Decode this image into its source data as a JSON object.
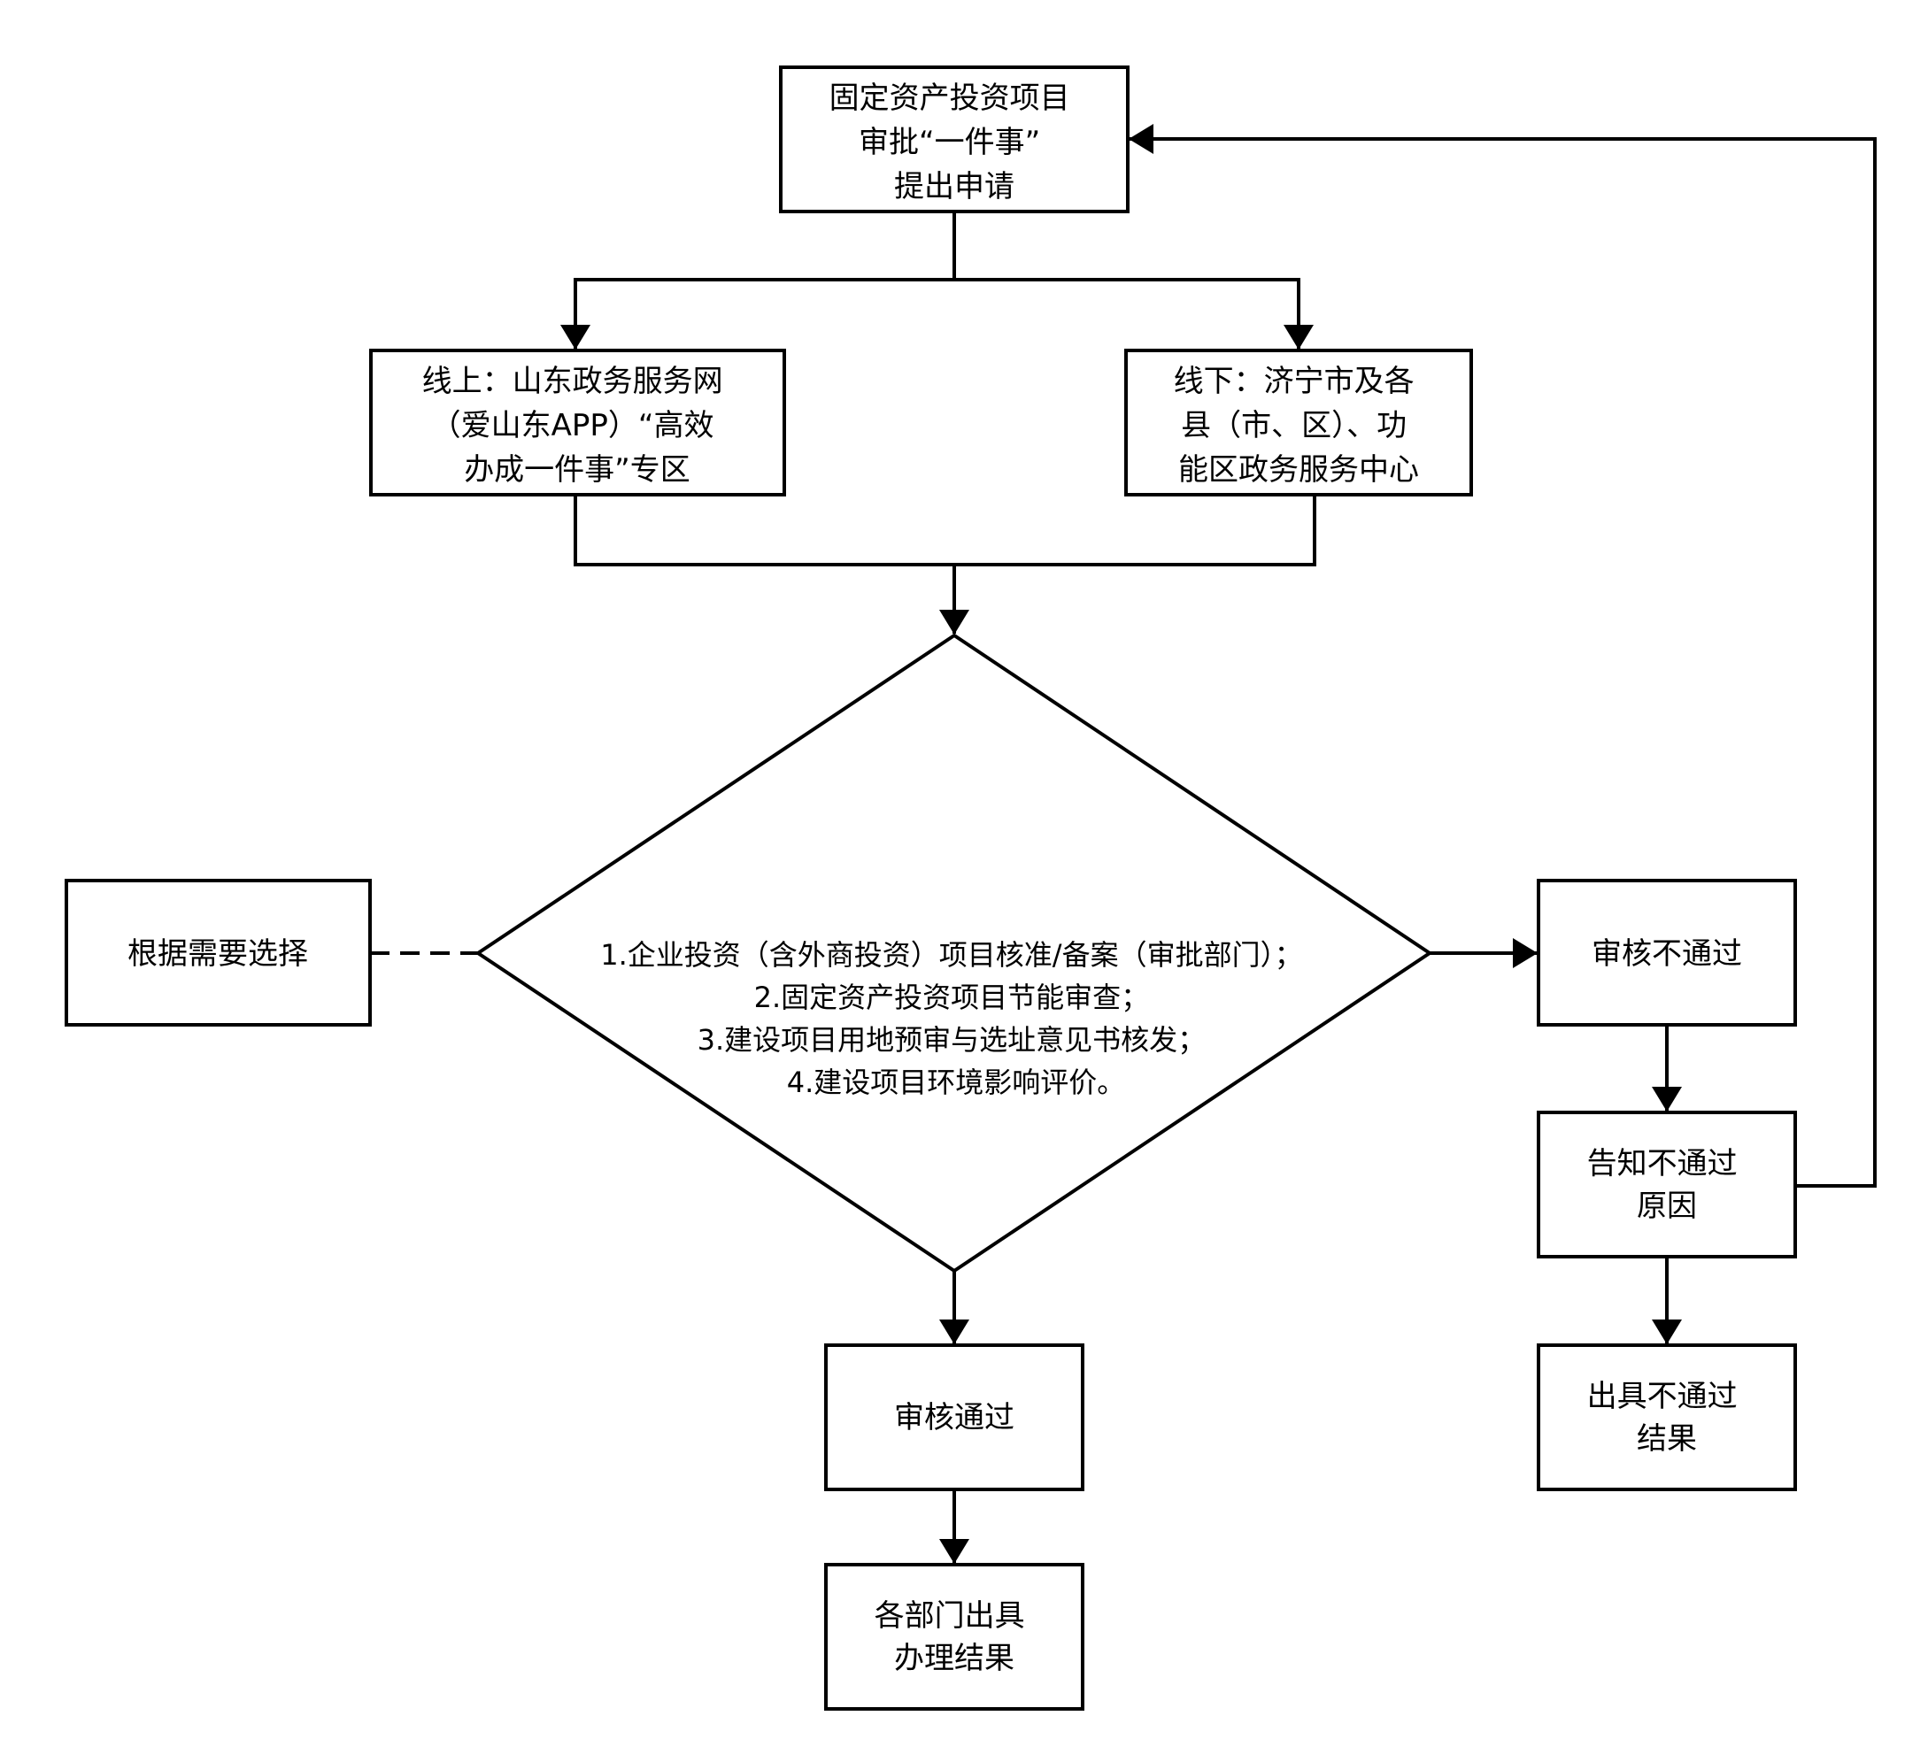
{
  "nodes": {
    "start": {
      "lines": [
        "固定资产投资项目",
        "审批“一件事”",
        "提出申请"
      ]
    },
    "online": {
      "lines": [
        "线上：山东政务服务网",
        "（爱山东APP）“高效",
        "办成一件事”专区"
      ]
    },
    "offline": {
      "lines": [
        "线下：济宁市及各",
        "县（市、区）、功",
        "能区政务服务中心"
      ]
    },
    "review": {
      "lines": [
        "1.企业投资（含外商投资）项目核准/备案（审批部门）；",
        "2.固定资产投资项目节能审查；",
        "3.建设项目用地预审与选址意见书核发；",
        "4.建设项目环境影响评价。"
      ]
    },
    "choose": {
      "lines": [
        "根据需要选择"
      ]
    },
    "fail": {
      "lines": [
        "审核不通过"
      ]
    },
    "notify": {
      "lines": [
        "告知不通过",
        "原因"
      ]
    },
    "fail_result": {
      "lines": [
        "出具不通过",
        "结果"
      ]
    },
    "pass": {
      "lines": [
        "审核通过"
      ]
    },
    "result": {
      "lines": [
        "各部门出具",
        "办理结果"
      ]
    }
  }
}
